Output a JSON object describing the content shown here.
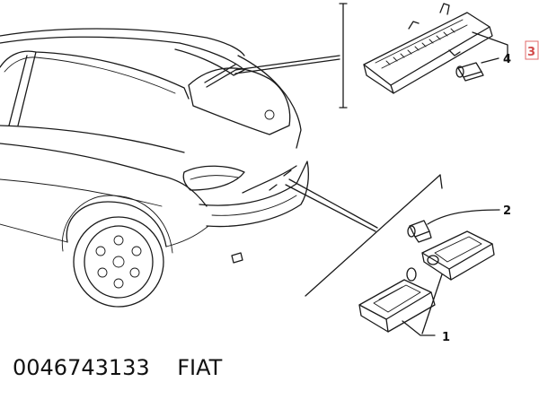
{
  "callouts": {
    "c1": "1",
    "c2": "2",
    "c3": "3",
    "c4": "4"
  },
  "footer": {
    "part_number": "0046743133",
    "brand": "FIAT"
  },
  "colors": {
    "line": "#1a1a1a",
    "highlight_box": "#e06a6a"
  }
}
